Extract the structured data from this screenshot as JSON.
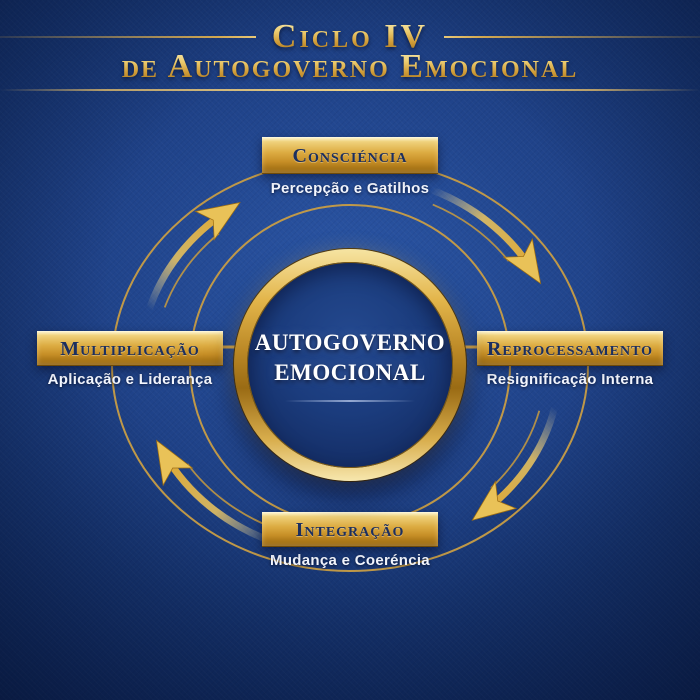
{
  "title": {
    "line1": "Ciclo IV",
    "line2": "de Autogoverno Emocional"
  },
  "center": {
    "line1": "AUTOGOVERNO",
    "line2": "EMOCIONAL"
  },
  "stages": [
    {
      "position": "top",
      "label": "Consciéncia",
      "subtitle": "Percepção e Gatilhos"
    },
    {
      "position": "right",
      "label": "Reprocessamento",
      "subtitle": "Resignificação Interna"
    },
    {
      "position": "bottom",
      "label": "Integração",
      "subtitle": "Mudança e Coeréncia"
    },
    {
      "position": "left",
      "label": "Multiplicação",
      "subtitle": "Aplicação e Liderança"
    }
  ],
  "flow": {
    "direction": "clockwise",
    "arrows": [
      "consciencia-to-reprocessamento",
      "reprocessamento-to-integracao",
      "integracao-to-multiplicacao",
      "multiplicacao-to-consciencia"
    ]
  },
  "colors": {
    "background_navy": "#1f4288",
    "gold": "#d9a63a",
    "gold_light": "#f6e4a2",
    "gold_dark": "#9a6b14",
    "ring_gold": "#c89d44",
    "banner_text_navy": "#1c2f5f",
    "subtitle_white": "#f4f7ff"
  }
}
